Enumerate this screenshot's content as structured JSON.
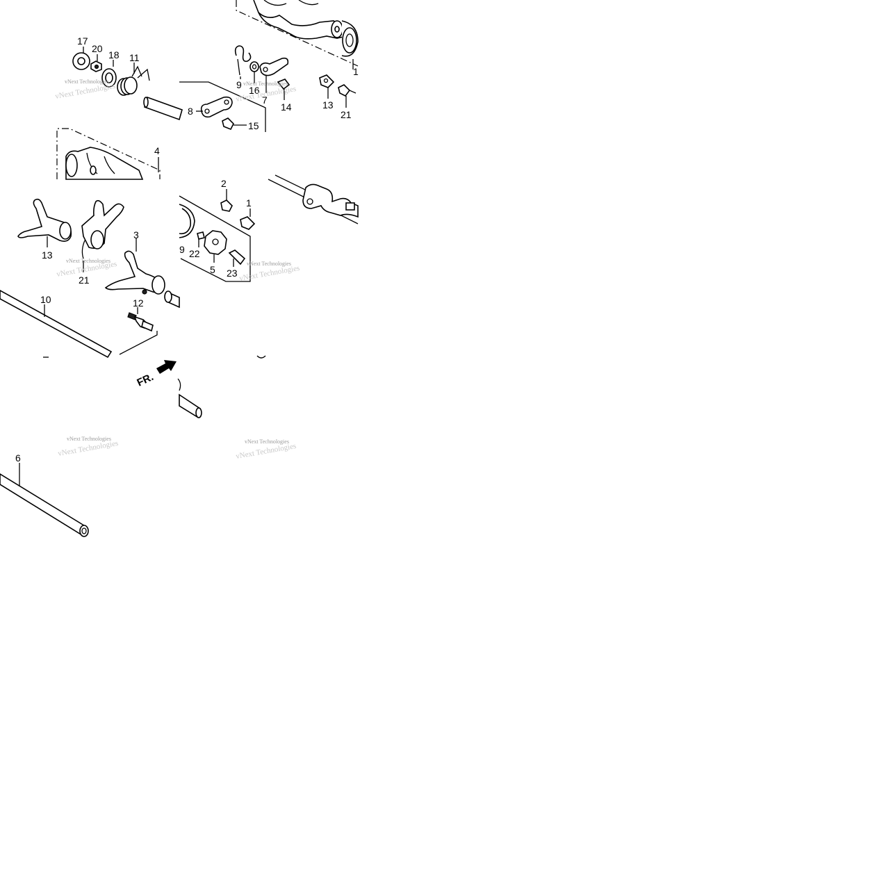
{
  "callouts": [
    {
      "id": "c17a",
      "text": "17"
    },
    {
      "id": "c20",
      "text": "20"
    },
    {
      "id": "c18",
      "text": "18"
    },
    {
      "id": "c11",
      "text": "11"
    },
    {
      "id": "c9a",
      "text": "9"
    },
    {
      "id": "c16",
      "text": "16"
    },
    {
      "id": "c7",
      "text": "7"
    },
    {
      "id": "c14",
      "text": "14"
    },
    {
      "id": "c13a",
      "text": "13"
    },
    {
      "id": "c21a",
      "text": "21"
    },
    {
      "id": "c1a",
      "text": "1"
    },
    {
      "id": "c8",
      "text": "8"
    },
    {
      "id": "c15",
      "text": "15"
    },
    {
      "id": "c4",
      "text": "4"
    },
    {
      "id": "c13b",
      "text": "13"
    },
    {
      "id": "c21b",
      "text": "21"
    },
    {
      "id": "c3",
      "text": "3"
    },
    {
      "id": "c2",
      "text": "2"
    },
    {
      "id": "c1b",
      "text": "1"
    },
    {
      "id": "c9b",
      "text": "9"
    },
    {
      "id": "c22",
      "text": "22"
    },
    {
      "id": "c5",
      "text": "5"
    },
    {
      "id": "c23",
      "text": "23"
    },
    {
      "id": "c10",
      "text": "10"
    },
    {
      "id": "c12",
      "text": "12"
    },
    {
      "id": "c6",
      "text": "6"
    }
  ],
  "front_marker": "FR.",
  "watermark": "vNext Technologies",
  "colors": {
    "ink": "#000000",
    "watermark": "#9a9a9a",
    "background": "#ffffff"
  }
}
